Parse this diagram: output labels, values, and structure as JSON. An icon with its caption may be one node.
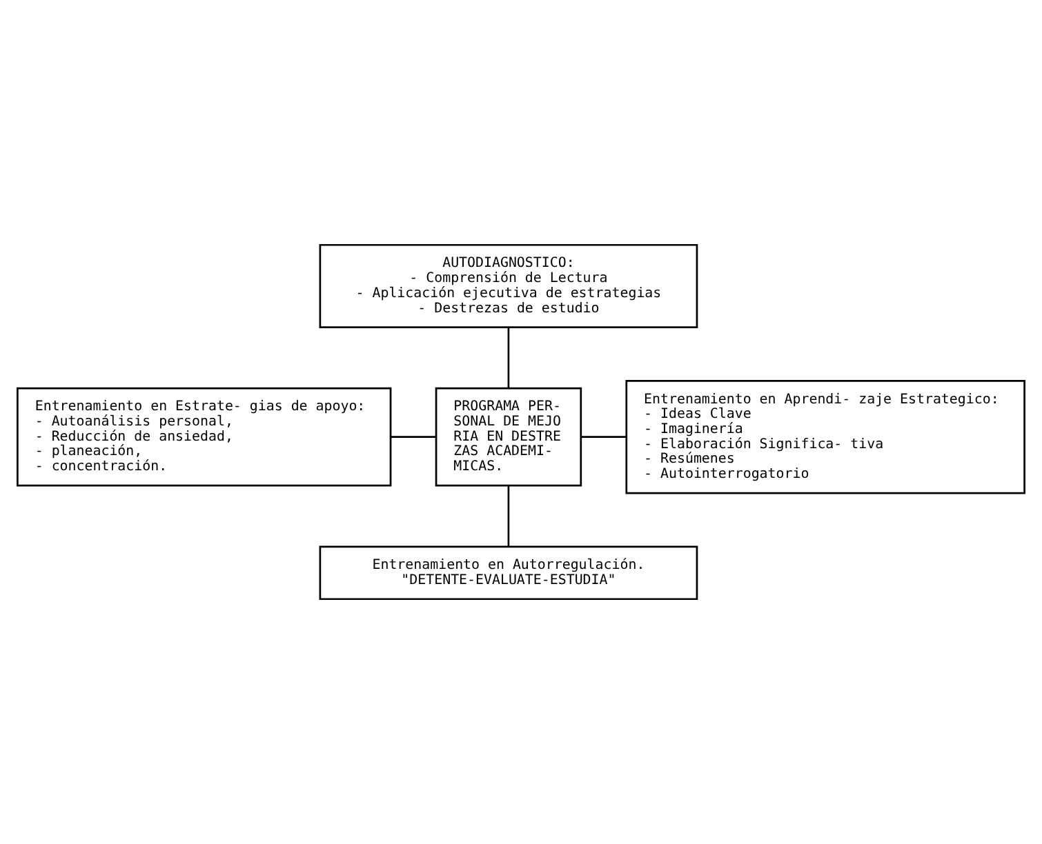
{
  "diagram": {
    "nodes": [
      {
        "text": [
          "AUTODIAGNOSTICO:",
          "- Comprensión de Lectura",
          "- Aplicación ejecutiva de estrategias",
          "- Destrezas de estudio"
        ]
      },
      {
        "text": [
          "Entrenamiento en Estrate- gias de apoyo:",
          "- Autoanálisis personal,",
          "- Reducción de ansiedad,",
          "- planeación,",
          "- concentración."
        ]
      },
      {
        "text": [
          "PROGRAMA PER- SONAL DE MEJO RIA EN DESTRE ZAS ACADEMI- MICAS."
        ]
      },
      {
        "text": [
          "Entrenamiento en Aprendi- zaje Estrategico:",
          "- Ideas Clave",
          "- Imaginería",
          "- Elaboración Significa- tiva",
          "- Resúmenes",
          "- Autointerrogatorio"
        ]
      },
      {
        "text": [
          "Entrenamiento en Autorregulación.",
          "\"DETENTE-EVALUATE-ESTUDIA\""
        ]
      }
    ],
    "edges": [
      {
        "from": 0,
        "to": 2,
        "arrow": "none"
      },
      {
        "from": 1,
        "to": 2,
        "arrow": "none"
      },
      {
        "from": 2,
        "to": 3,
        "arrow": "none"
      },
      {
        "from": 2,
        "to": 4,
        "arrow": "none"
      }
    ]
  }
}
